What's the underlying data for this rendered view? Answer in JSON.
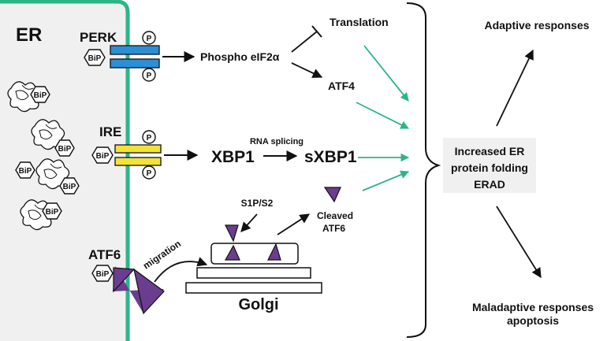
{
  "colors": {
    "er_membrane": "#2bb589",
    "er_fill": "#f0f0f0",
    "perk_receptor": "#2b8fd6",
    "ire_receptor": "#f2e23a",
    "atf6_triangle": "#6a3d8f",
    "adaptive_text": "#3db34a",
    "maladaptive_text": "#e02a26",
    "teal_arrow": "#2bb589",
    "black": "#111111"
  },
  "er": {
    "label": "ER"
  },
  "bip": {
    "label": "BiP"
  },
  "phospho": {
    "label": "P"
  },
  "perk": {
    "label": "PERK",
    "product": "Phospho eIF2α",
    "translation": "Translation",
    "atf4": "ATF4"
  },
  "ire": {
    "label": "IRE",
    "xbp1": "XBP1",
    "splicing": "RNA splicing",
    "sxbp1": "sXBP1"
  },
  "atf6": {
    "label": "ATF6",
    "migration": "migration",
    "proteases": "S1P/S2",
    "cleaved_line1": "Cleaved",
    "cleaved_line2": "ATF6"
  },
  "golgi": {
    "label": "Golgi"
  },
  "center": {
    "line1": "Increased ER",
    "line2": "protein folding",
    "line3": "ERAD"
  },
  "outcomes": {
    "adaptive": "Adaptive responses",
    "maladaptive_line1": "Maladaptive responses",
    "maladaptive_line2": "apoptosis"
  }
}
